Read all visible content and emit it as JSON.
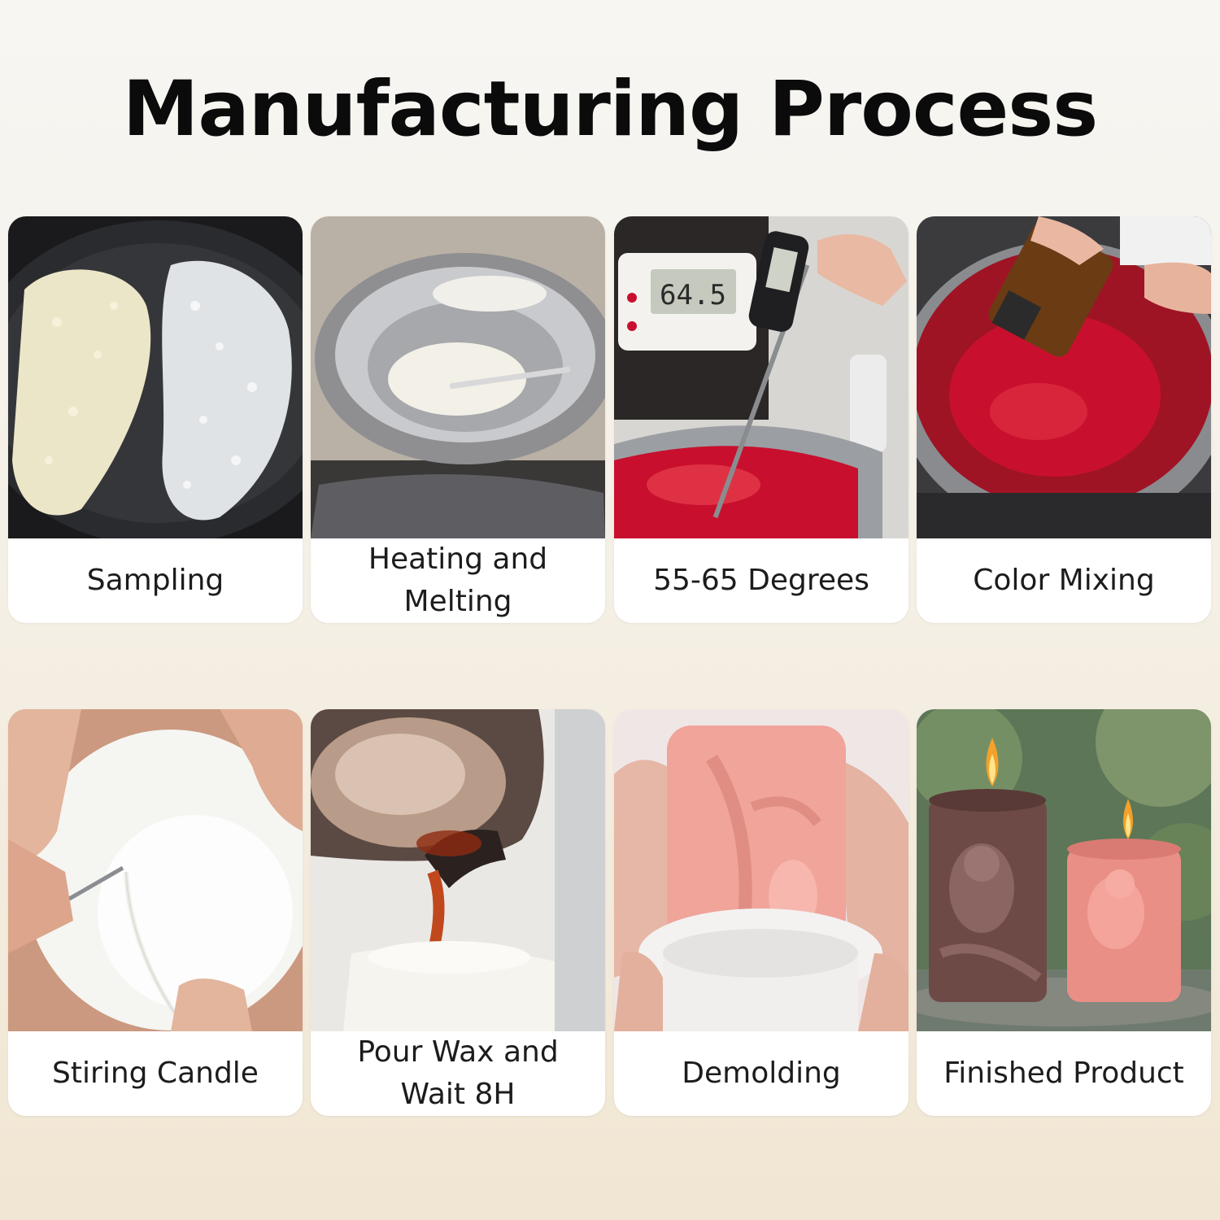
{
  "title": "Manufacturing Process",
  "steps": [
    {
      "label": "Sampling"
    },
    {
      "label": "Heating and Melting"
    },
    {
      "label": "55-65 Degrees",
      "thermometer_readout": "64.5"
    },
    {
      "label": "Color Mixing"
    },
    {
      "label": "Stiring Candle"
    },
    {
      "label": "Pour Wax and Wait 8H"
    },
    {
      "label": "Demolding"
    },
    {
      "label": "Finished Product"
    }
  ],
  "colors": {
    "title": "#0b0b0b",
    "card": "#ffffff",
    "wax_red": "#c8102e",
    "candle_pink": "#e98f86",
    "candle_brown": "#6e4a47"
  }
}
